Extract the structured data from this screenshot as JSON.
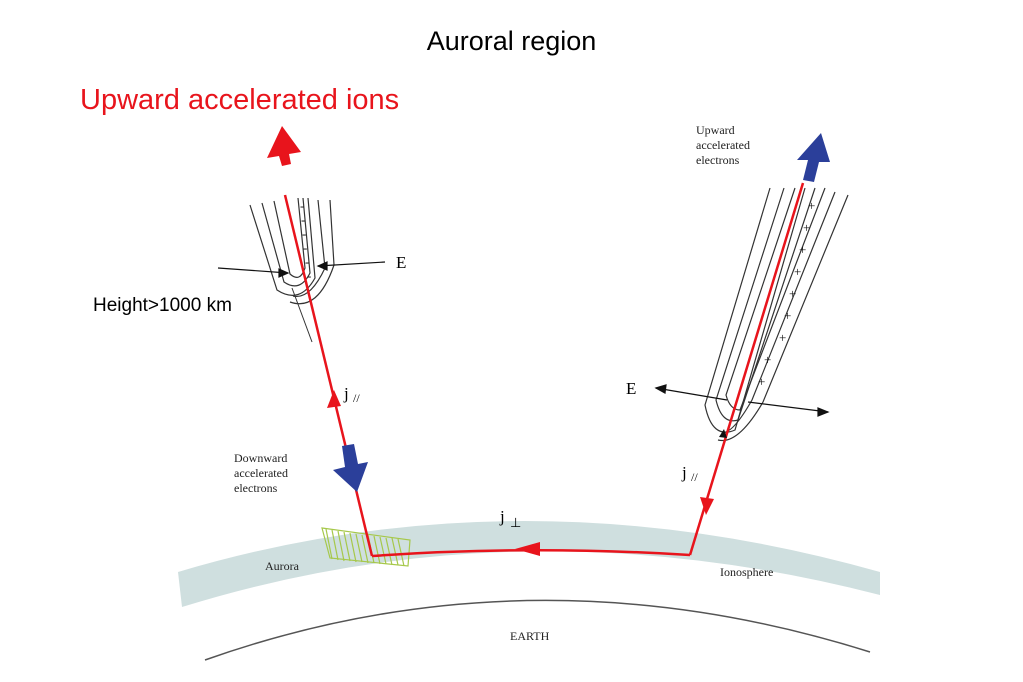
{
  "title": "Auroral region",
  "subtitle": "Upward accelerated ions",
  "height_label": "Height>1000 km",
  "labels": {
    "upward_electrons": [
      "Upward",
      "accelerated",
      "electrons"
    ],
    "downward_electrons": [
      "Downward",
      "accelerated",
      "electrons"
    ],
    "e_field": "E",
    "j_parallel": "j",
    "j_parallel_sub": "//",
    "j_perp": "j",
    "j_perp_sub": "⊥",
    "aurora": "Aurora",
    "ionosphere": "Ionosphere",
    "earth": "EARTH"
  },
  "charges": {
    "negative": "-",
    "positive": "+"
  },
  "colors": {
    "current": "#e8141c",
    "electron_arrow": "#2b3f9a",
    "ionosphere": "#cfdfdf",
    "aurora": "#a6c84a"
  }
}
